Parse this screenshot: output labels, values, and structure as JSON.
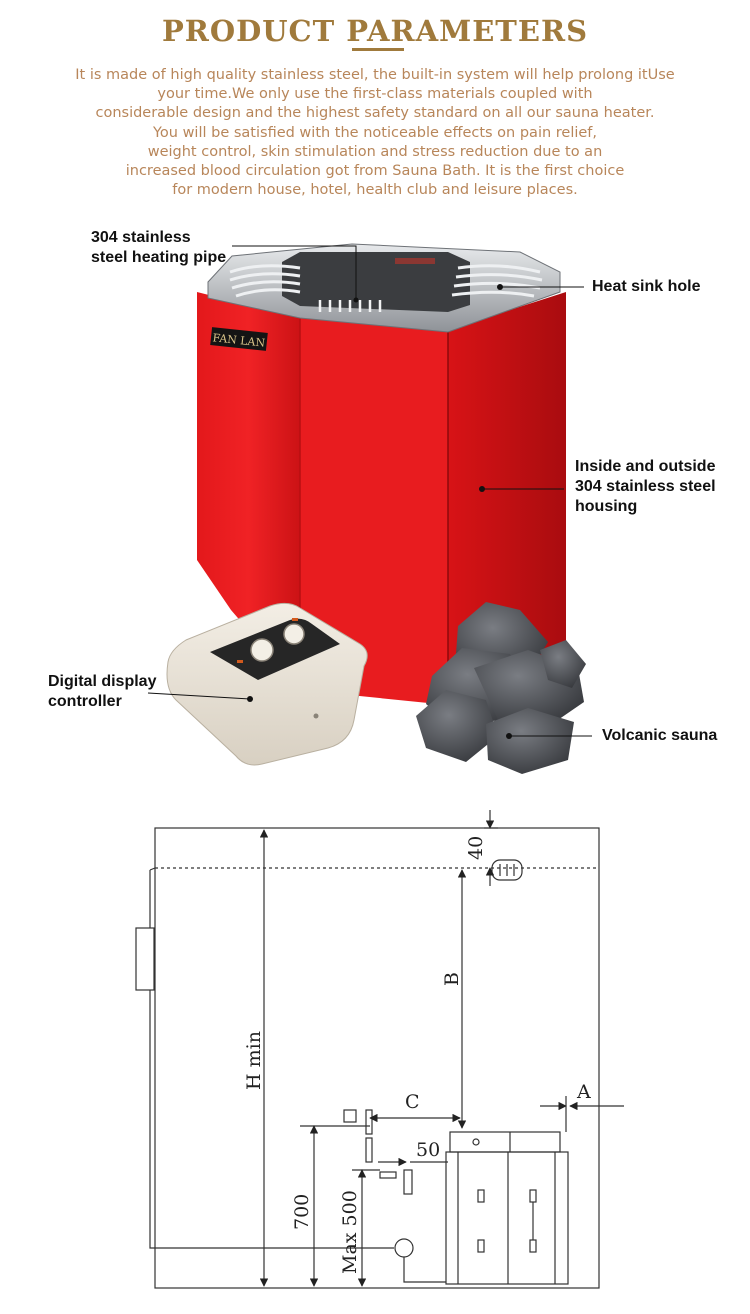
{
  "header": {
    "title": "PRODUCT PARAMETERS",
    "intro_lines": [
      "It is made of high quality stainless steel, the built-in system will help prolong itUse",
      "your time.We only use the first-class materials coupled with",
      "considerable design and the highest safety standard on all our sauna heater.",
      "You will be satisfied with the noticeable effects on pain relief,",
      "weight control, skin stimulation and stress reduction due to an",
      "increased blood circulation got from Sauna Bath. It is the first choice",
      "for modern house, hotel, health club and leisure places."
    ]
  },
  "product": {
    "brand_label": "FAN LAN",
    "callouts": {
      "pipe": [
        "304 stainless",
        "steel heating pipe"
      ],
      "heat_sink": [
        "Heat sink hole"
      ],
      "housing": [
        "Inside and outside",
        "304 stainless steel",
        "housing"
      ],
      "controller": [
        "Digital display",
        "controller"
      ],
      "stones": [
        "Volcanic sauna"
      ]
    },
    "colors": {
      "housing": "#e0161a",
      "housing_shadow": "#b30f12",
      "steel": "#b9bcc0",
      "controller": "#e9e2d6",
      "stone": "#4b4d52"
    }
  },
  "drawing": {
    "labels": {
      "top_gap": "40",
      "b": "B",
      "h_min": "H min",
      "c": "C",
      "a": "A",
      "offset": "50",
      "height_700": "700",
      "max_500": "Max 500"
    }
  }
}
